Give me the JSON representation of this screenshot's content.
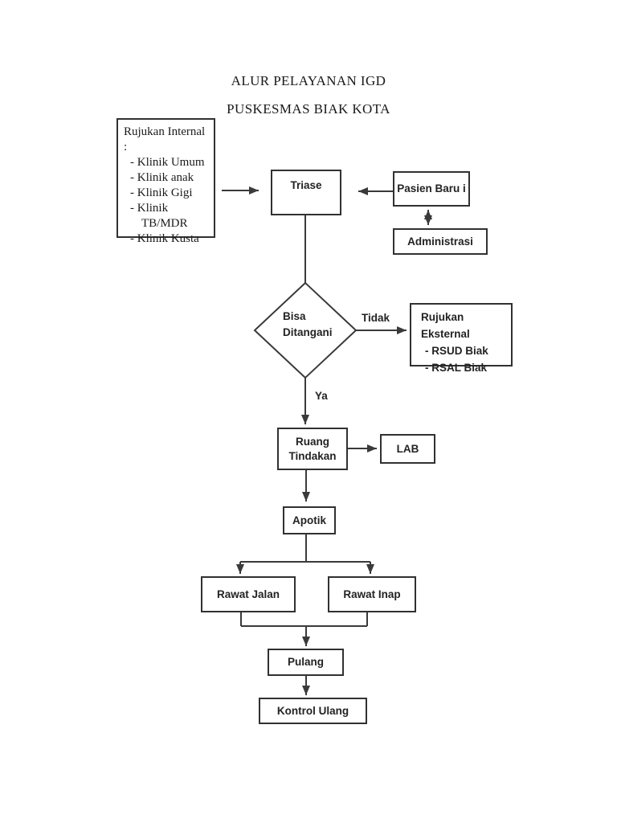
{
  "page": {
    "title_line1": "ALUR PELAYANAN IGD",
    "title_line2": "PUSKESMAS BIAK KOTA"
  },
  "nodes": {
    "rujukan_internal": {
      "heading": "Rujukan Internal :",
      "items": [
        "- Klinik Umum",
        "- Klinik anak",
        "- Klinik Gigi",
        "- Klinik\nTB/MDR",
        "- Klinik Kusta"
      ]
    },
    "triase": {
      "label": "Triase"
    },
    "pasien_baru": {
      "label": "Pasien Baru i"
    },
    "administrasi": {
      "label": "Administrasi"
    },
    "bisa_ditangani": {
      "label": "Bisa Ditangani"
    },
    "rujukan_eksternal": {
      "heading": "Rujukan Eksternal",
      "items": [
        "- RSUD Biak",
        "- RSAL Biak"
      ]
    },
    "ruang_tindakan": {
      "label": "Ruang Tindakan"
    },
    "lab": {
      "label": "LAB"
    },
    "apotik": {
      "label": "Apotik"
    },
    "rawat_jalan": {
      "label": "Rawat Jalan"
    },
    "rawat_inap": {
      "label": "Rawat Inap"
    },
    "pulang": {
      "label": "Pulang"
    },
    "kontrol_ulang": {
      "label": "Kontrol Ulang"
    }
  },
  "edge_labels": {
    "tidak": "Tidak",
    "ya": "Ya"
  },
  "colors": {
    "background": "#ffffff",
    "line": "#3a3a3a",
    "border": "#313131",
    "text": "#232323"
  }
}
